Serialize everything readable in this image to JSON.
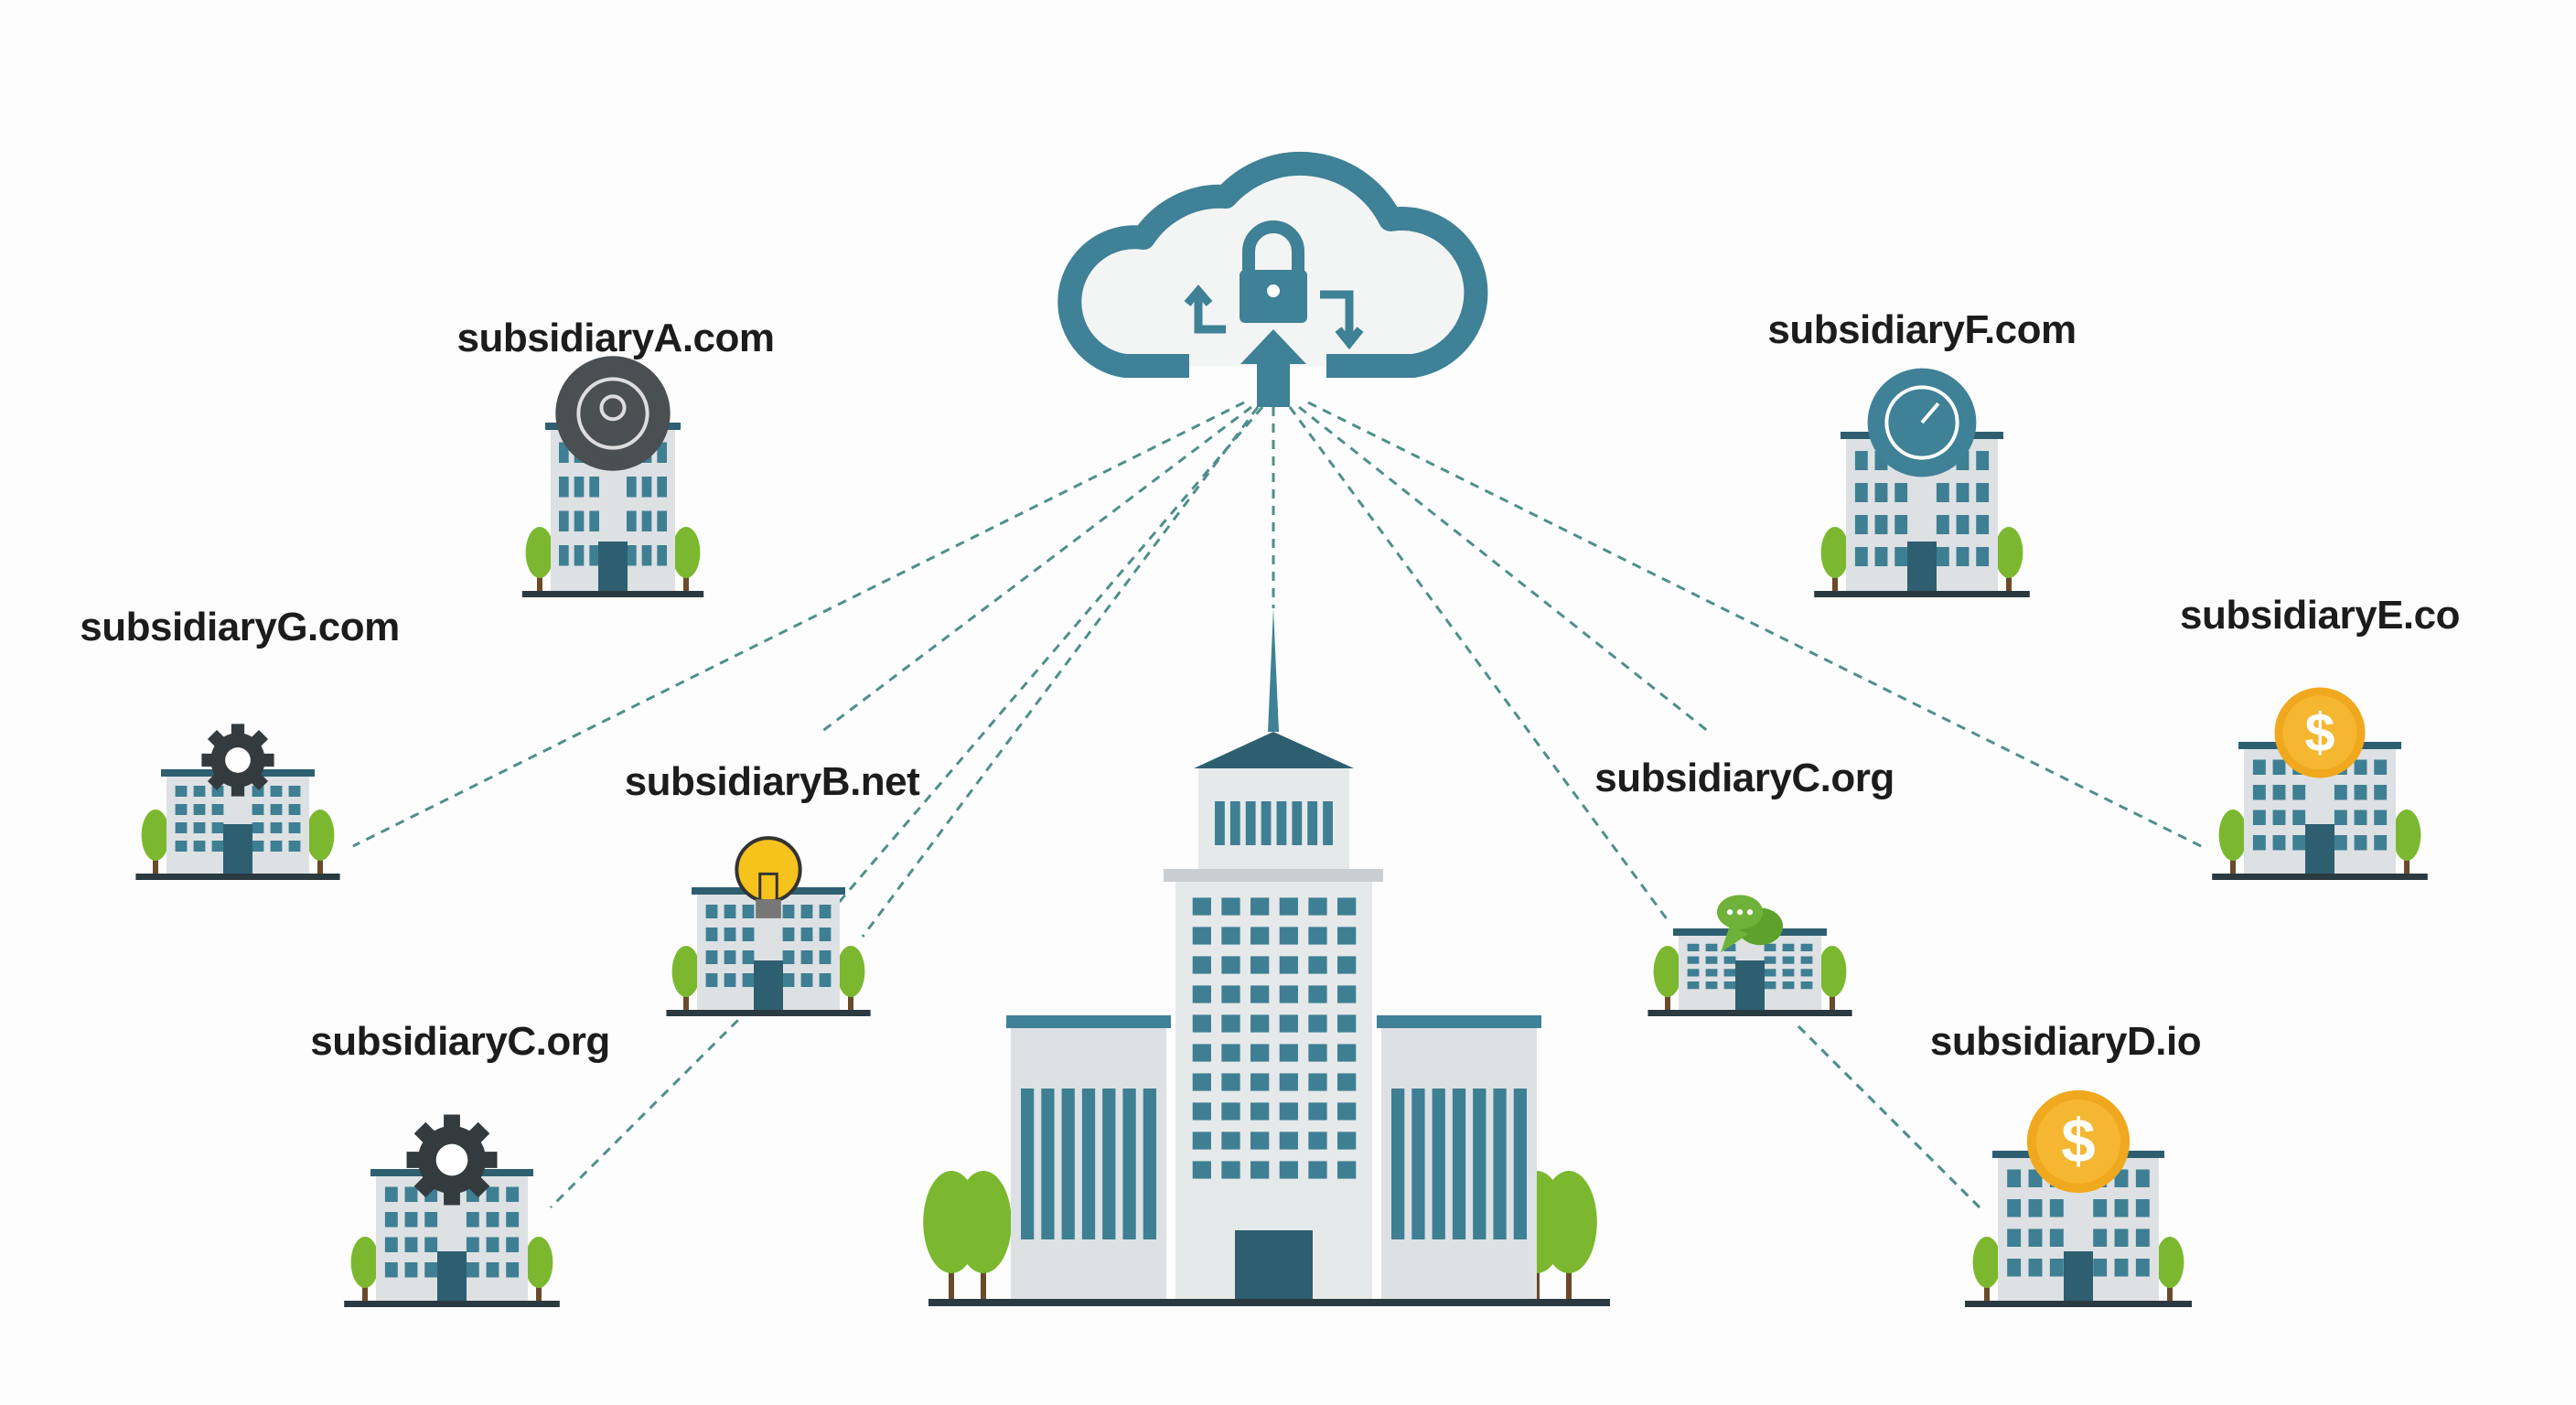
{
  "colors": {
    "teal": "#3f8196",
    "dark_teal": "#2e5f70",
    "window": "#3e7f93",
    "gray": "#dde1e3",
    "tree": "#7cb82f",
    "ground": "#2b3a40",
    "gold": "#f0a81e",
    "green": "#5ea12c",
    "dark_gear": "#333b3e",
    "line": "#4f8f8a"
  },
  "hub": {
    "icon": "cloud-lock-sync-icon",
    "building": "headquarters-tower"
  },
  "subsidiaries": [
    {
      "label": "subsidiaryA.com",
      "icon": "user-shield-icon"
    },
    {
      "label": "subsidiaryG.com",
      "icon": "gear-icon"
    },
    {
      "label": "subsidiaryB.net",
      "icon": "lightbulb-icon"
    },
    {
      "label": "subsidiaryC.org",
      "icon": "gear-icon"
    },
    {
      "label": "subsidiaryF.com",
      "icon": "stopwatch-icon"
    },
    {
      "label": "subsidiaryE.co",
      "icon": "dollar-coin-icon"
    },
    {
      "label": "subsidiaryC.org",
      "icon": "chat-bubbles-icon"
    },
    {
      "label": "subsidiaryD.io",
      "icon": "dollar-coin-icon"
    }
  ]
}
